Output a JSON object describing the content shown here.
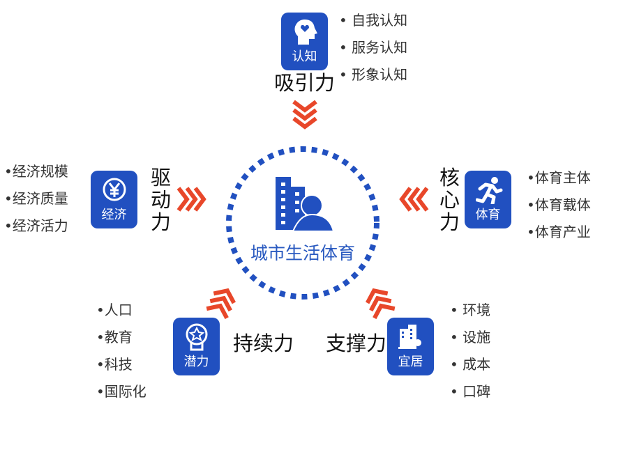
{
  "center": {
    "title": "城市生活体育",
    "icon": "city-person-icon"
  },
  "colors": {
    "blue": "#2150c0",
    "arrow": "#e8472a"
  },
  "nodes": {
    "top": {
      "icon_label": "认知",
      "icon": "head-heart-icon",
      "force": "吸引力",
      "items": [
        "• 自我认知",
        "• 服务认知",
        "• 形象认知"
      ]
    },
    "left": {
      "icon_label": "经济",
      "icon": "yen-icon",
      "force": "驱动力",
      "items": [
        "•经济规模",
        "•经济质量",
        "•经济活力"
      ]
    },
    "right": {
      "icon_label": "体育",
      "icon": "runner-icon",
      "force": "核心力",
      "items": [
        "•体育主体",
        "•体育载体",
        "•体育产业"
      ]
    },
    "bottom_left": {
      "icon_label": "潜力",
      "icon": "medal-icon",
      "force": "持续力",
      "items": [
        "•人口",
        "•教育",
        "•科技",
        "•国际化"
      ]
    },
    "bottom_right": {
      "icon_label": "宜居",
      "icon": "buildings-sun-icon",
      "force": "支撑力",
      "items": [
        "• 环境",
        "• 设施",
        "• 成本",
        "• 口碑"
      ]
    }
  }
}
